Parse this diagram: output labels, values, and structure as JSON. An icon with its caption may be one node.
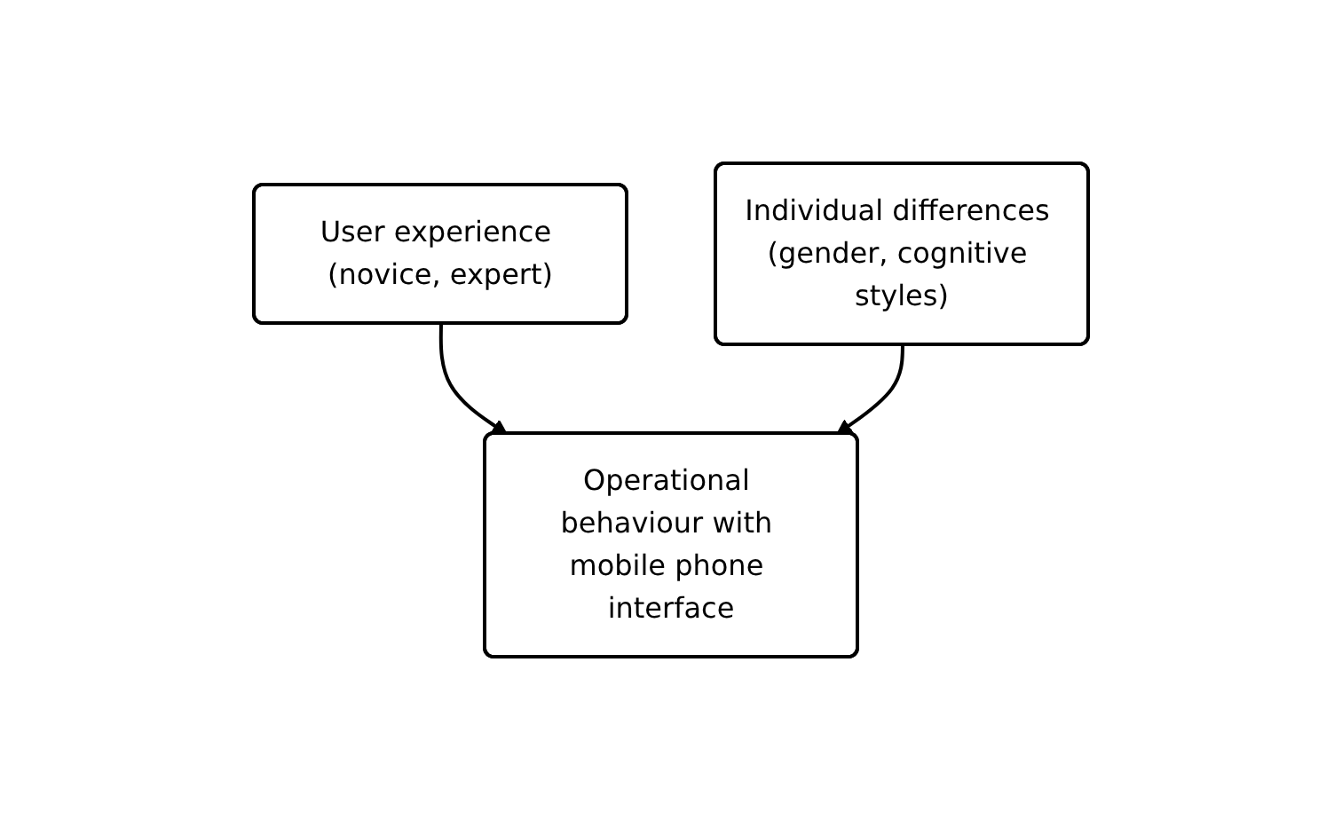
{
  "diagram": {
    "nodes": [
      {
        "text": [
          "User experience (novice, expert)"
        ]
      },
      {
        "text": [
          "Individual differences (gender, cognitive styles)"
        ]
      },
      {
        "text": [
          "Operational behaviour with mobile phone interface"
        ]
      }
    ],
    "edges": [
      {
        "from": 0,
        "to": 2,
        "arrow": "to"
      },
      {
        "from": 1,
        "to": 2,
        "arrow": "to"
      }
    ]
  }
}
